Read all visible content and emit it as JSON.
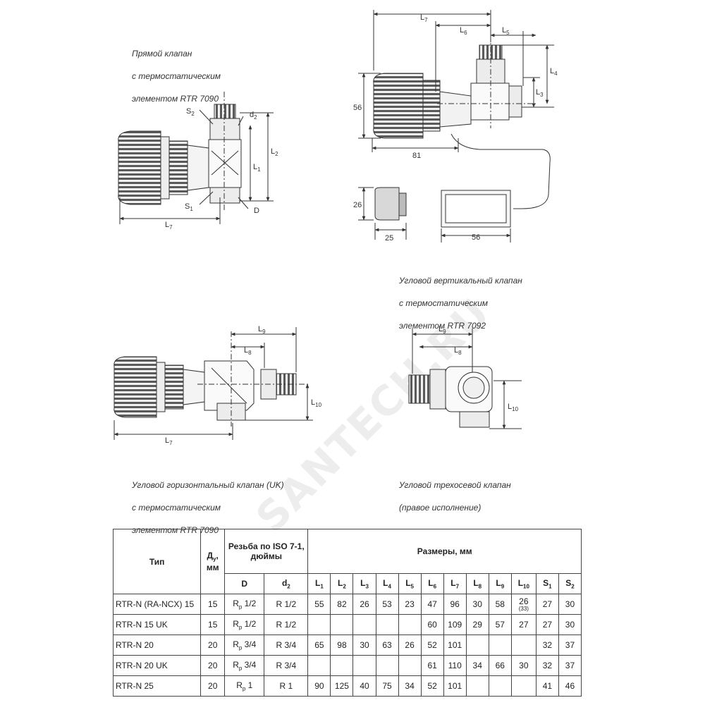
{
  "captions": {
    "straight": [
      "Прямой клапан",
      "с термостатическим",
      "элементом  RTR 7090"
    ],
    "angle_vertical": [
      "Угловой вертикальный клапан",
      "с термостатическим",
      "элементом RTR 7092"
    ],
    "angle_horizontal": [
      "Угловой горизонтальный клапан (UK)",
      "с термостатическим",
      "элементом RTR 7090"
    ],
    "three_axis": [
      "Угловой трехосевой клапан",
      "(правое исполнение)"
    ]
  },
  "dim_labels": {
    "S2": "S",
    "S2_sub": "2",
    "d2": "d",
    "d2_sub": "2",
    "L2": "L",
    "L2_sub": "2",
    "L1": "L",
    "L1_sub": "1",
    "S1": "S",
    "S1_sub": "1",
    "D": "D",
    "L7a": "L",
    "L7a_sub": "7",
    "L7b": "L",
    "L7b_sub": "7",
    "L6": "L",
    "L6_sub": "6",
    "L5": "L",
    "L5_sub": "5",
    "L4": "L",
    "L4_sub": "4",
    "L3": "L",
    "L3_sub": "3",
    "v56": "56",
    "v81": "81",
    "v26": "26",
    "v25": "25",
    "h56": "56",
    "L9a": "L",
    "L9a_sub": "9",
    "L8a": "L",
    "L8a_sub": "8",
    "L10a": "L",
    "L10a_sub": "10",
    "L7c": "L",
    "L7c_sub": "7",
    "L9b": "L",
    "L9b_sub": "9",
    "L8b": "L",
    "L8b_sub": "8",
    "L10b": "L",
    "L10b_sub": "10"
  },
  "watermark": "SANTECH.RU",
  "table": {
    "col_type": "Тип",
    "col_du": "Д",
    "col_du_sub": "у",
    "col_du_unit": ", мм",
    "col_thread": "Резьба по ISO 7-1, дюймы",
    "col_dims": "Размеры, мм",
    "sub_D": "D",
    "sub_d2": "d",
    "sub_d2_sub": "2",
    "dim_cols": [
      {
        "t": "L",
        "s": "1"
      },
      {
        "t": "L",
        "s": "2"
      },
      {
        "t": "L",
        "s": "3"
      },
      {
        "t": "L",
        "s": "4"
      },
      {
        "t": "L",
        "s": "5"
      },
      {
        "t": "L",
        "s": "6"
      },
      {
        "t": "L",
        "s": "7"
      },
      {
        "t": "L",
        "s": "8"
      },
      {
        "t": "L",
        "s": "9"
      },
      {
        "t": "L",
        "s": "10"
      },
      {
        "t": "S",
        "s": "1"
      },
      {
        "t": "S",
        "s": "2"
      }
    ],
    "rows": [
      {
        "type": "RTR-N (RA-NCX) 15",
        "du": "15",
        "D": "R",
        "D_sub": "p",
        "D_val": " 1/2",
        "d2": "R 1/2",
        "dims": [
          "55",
          "82",
          "26",
          "53",
          "23",
          "47",
          "96",
          "30",
          "58",
          "26",
          "27",
          "30"
        ],
        "note_L10": "(33)"
      },
      {
        "type": "RTR-N 15 UK",
        "du": "15",
        "D": "R",
        "D_sub": "p",
        "D_val": " 1/2",
        "d2": "R 1/2",
        "dims": [
          "",
          "",
          "",
          "",
          "",
          "60",
          "109",
          "29",
          "57",
          "27",
          "27",
          "30"
        ],
        "note_L10": ""
      },
      {
        "type": "RTR-N 20",
        "du": "20",
        "D": "R",
        "D_sub": "p",
        "D_val": " 3/4",
        "d2": "R 3/4",
        "dims": [
          "65",
          "98",
          "30",
          "63",
          "26",
          "52",
          "101",
          "",
          "",
          "",
          "32",
          "37"
        ],
        "note_L10": ""
      },
      {
        "type": "RTR-N 20 UK",
        "du": "20",
        "D": "R",
        "D_sub": "p",
        "D_val": " 3/4",
        "d2": "R 3/4",
        "dims": [
          "",
          "",
          "",
          "",
          "",
          "61",
          "110",
          "34",
          "66",
          "30",
          "32",
          "37"
        ],
        "note_L10": ""
      },
      {
        "type": "RTR-N 25",
        "du": "20",
        "D": "R",
        "D_sub": "p",
        "D_val": " 1",
        "d2": "R 1",
        "dims": [
          "90",
          "125",
          "40",
          "75",
          "34",
          "52",
          "101",
          "",
          "",
          "",
          "41",
          "46"
        ],
        "note_L10": ""
      }
    ]
  }
}
